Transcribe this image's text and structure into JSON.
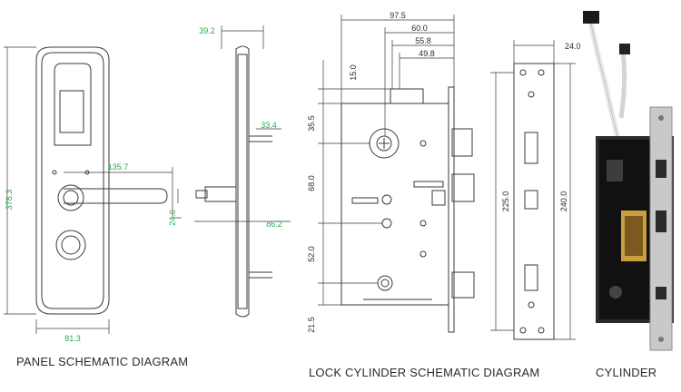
{
  "captions": {
    "panel": "PANEL SCHEMATIC DIAGRAM",
    "lock_cylinder": "LOCK CYLINDER SCHEMATIC DIAGRAM",
    "cylinder": "CYLINDER"
  },
  "dimensions": {
    "panel": {
      "height": "378.3",
      "handle_length": "135.7",
      "handle_offset": "24.0",
      "width": "81.3",
      "side_thickness": "39.2",
      "spindle_upper": "33.4",
      "spindle_lower": "86.2"
    },
    "lock": {
      "width": "97.5",
      "offset_60": "60.0",
      "offset_55": "55.8",
      "offset_49": "49.8",
      "top_15": "15.0",
      "upper_35": "35.5",
      "mid_68": "68.0",
      "lower_52": "52.0",
      "bottom_21": "21.5"
    },
    "faceplate": {
      "thickness": "24.0",
      "inner_length": "225.0",
      "outer_length": "240.0"
    }
  },
  "colors": {
    "dimension_text": "#2ba84a",
    "line": "#3a3a3a",
    "hatch": "#555555"
  }
}
